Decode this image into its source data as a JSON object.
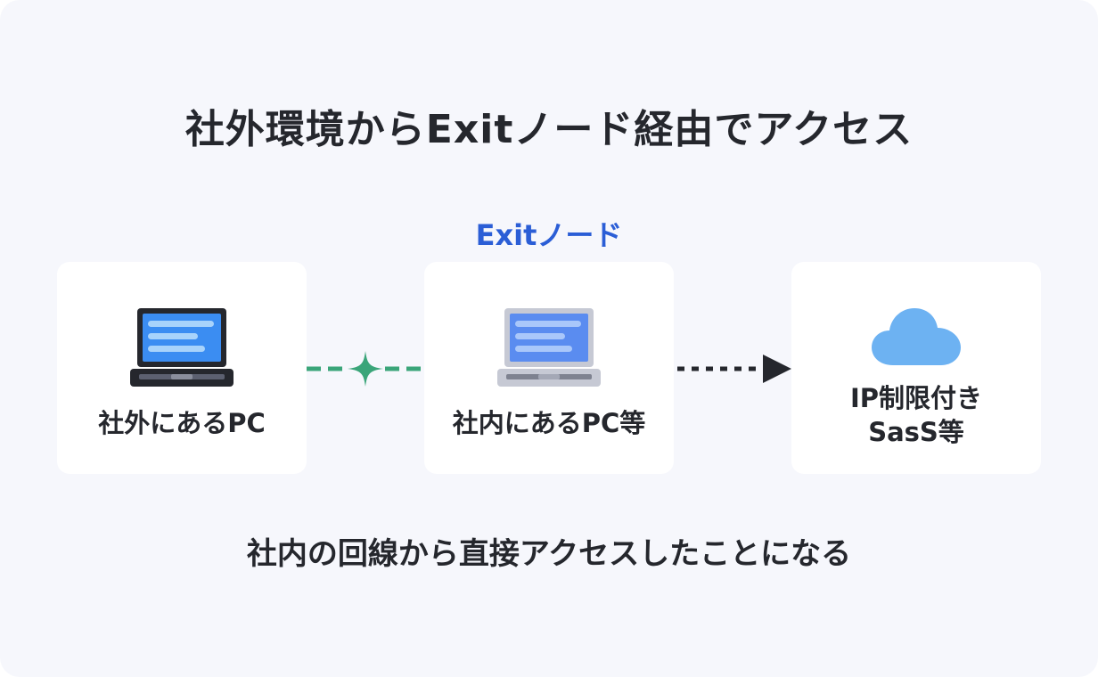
{
  "title": "社外環境からExitノード経由でアクセス",
  "exit_node_label": "Exitノード",
  "nodes": {
    "outside_pc": {
      "label": "社外にあるPC",
      "icon": "laptop-dark-icon"
    },
    "inside_pc": {
      "label": "社内にあるPC等",
      "icon": "laptop-gray-icon"
    },
    "saas": {
      "label_line1": "IP制限付き",
      "label_line2": "SasS等",
      "icon": "cloud-icon"
    }
  },
  "connections": [
    {
      "from": "outside_pc",
      "to": "inside_pc",
      "style": "dashed-green",
      "marker": "sparkle-icon",
      "color": "#3aa579"
    },
    {
      "from": "inside_pc",
      "to": "saas",
      "style": "dotted-dark-arrow",
      "color": "#25272d"
    }
  ],
  "caption": "社内の回線から直接アクセスしたことになる",
  "colors": {
    "background": "#f6f7fc",
    "card": "#ffffff",
    "accent_blue": "#2b5ed6",
    "accent_green": "#3aa579",
    "text": "#25272d",
    "screen_blue": "#3b8df2",
    "cloud_blue": "#6db2f2"
  }
}
